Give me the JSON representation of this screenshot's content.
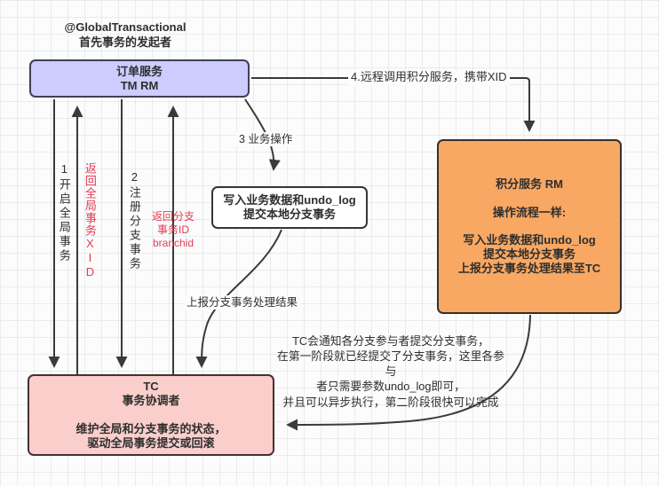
{
  "diagram": {
    "type": "flow-diagram",
    "topic": "Seata distributed transaction flow (TM / RM / TC)",
    "colors": {
      "order_node_fill": "#ccccfe",
      "points_node_fill": "#f8a863",
      "tc_node_fill": "#f9cecb",
      "undo_node_fill": "#ffffff",
      "edge_stroke": "#3a3a3a",
      "return_label_red": "#e23b52",
      "grid_line": "#ced3d9",
      "canvas_bg": "#fcfcfc"
    },
    "note": "@GlobalTransactional\n首先事务的发起者",
    "nodes": {
      "order_service": "订单服务\nTM  RM",
      "undo_log_box": "写入业务数据和undo_log\n提交本地分支事务",
      "points_service": "积分服务  RM\n\n操作流程一样:\n\n写入业务数据和undo_log\n提交本地分支事务\n上报分支事务处理结果至TC",
      "tc": "TC\n事务协调者\n\n维护全局和分支事务的状态，\n驱动全局事务提交或回滚"
    },
    "edge_labels": {
      "open_global": "1开启全局事务",
      "return_xid": "返回全局事务XID",
      "register_branch": "2注册分支事务",
      "return_branch_id": "返回分支\n事务ID\nbranchid",
      "business_op": "3 业务操作",
      "remote_call": "4.远程调用积分服务，携带XID",
      "report_result": "上报分支事务处理结果"
    },
    "annotation": "TC会通知各分支参与者提交分支事务，\n在第一阶段就已经提交了分支事务，这里各参与\n者只需要参数undo_log即可，\n并且可以异步执行，第二阶段很快可以完成"
  }
}
